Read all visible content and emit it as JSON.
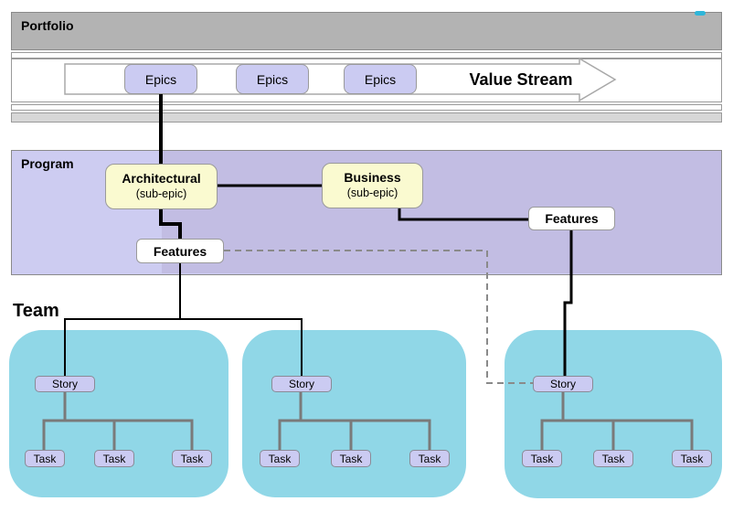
{
  "portfolio": {
    "label": "Portfolio",
    "epics": [
      {
        "label": "Epics"
      },
      {
        "label": "Epics"
      },
      {
        "label": "Epics"
      }
    ],
    "value_stream_label": "Value Stream"
  },
  "program": {
    "label": "Program",
    "sub_epics": [
      {
        "title": "Architectural",
        "subtitle": "(sub-epic)"
      },
      {
        "title": "Business",
        "subtitle": "(sub-epic)"
      }
    ],
    "features": [
      {
        "label": "Features"
      },
      {
        "label": "Features"
      }
    ]
  },
  "team": {
    "label": "Team",
    "groups": [
      {
        "story": "Story",
        "tasks": [
          "Task",
          "Task",
          "Task"
        ]
      },
      {
        "story": "Story",
        "tasks": [
          "Task",
          "Task",
          "Task"
        ]
      },
      {
        "story": "Story",
        "tasks": [
          "Task",
          "Task",
          "Task"
        ]
      }
    ]
  },
  "colors": {
    "portfolio_header_gray": "#b3b3b3",
    "lower_gray_band": "#d7d7d7",
    "program_light_purple": "#cdccf1",
    "program_dark_purple": "#c2bde3",
    "node_lavender": "#cbcbf2",
    "sub_epic_yellow": "#fafad0",
    "team_cyan": "#90d7e7",
    "connector_black": "#000000",
    "task_tree_gray": "#7a7a7a",
    "dashed_link_gray": "#8a8a8a",
    "arrow_outline_gray": "#a8a8a8"
  }
}
